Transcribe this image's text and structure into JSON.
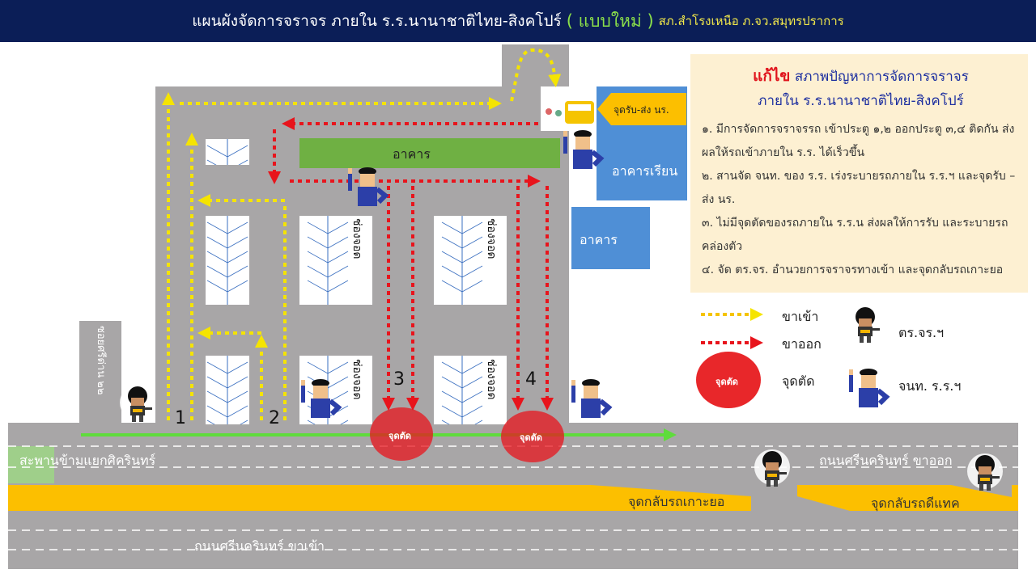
{
  "title": {
    "main": "แผนผังจัดการจราจร ภายใน ร.ร.นานาชาติไทย-สิงคโปร์",
    "highlight": "( แบบใหม่ )",
    "agency": "สภ.สำโรงเหนือ ภ.จว.สมุทรปราการ"
  },
  "map": {
    "building_green": "อาคาร",
    "building_school": "อาคารเรียน",
    "building_blue": "อาคาร",
    "pickup_point": "จุดรับ-ส่ง นร.",
    "parking_label": "ช่องจอด",
    "side_soi": "ซอยศรีด่าน ๒๒",
    "gates": [
      "1",
      "2",
      "3",
      "4"
    ],
    "conflict_point": "จุดตัด",
    "bridge": "สะพานข้ามแยกศิครินทร์",
    "road_out": "ถนนศรีนครินทร์ ขาออก",
    "road_in": "ถนนศรีนครินทร์ ขาเข้า",
    "uturn_1": "จุดกลับรถเกาะยอ",
    "uturn_2": "จุดกลับรถดีแทค"
  },
  "panel": {
    "heading_red": "แก้ไข",
    "heading_line1": "สภาพปัญหาการจัดการจราจร",
    "heading_line2": "ภายใน ร.ร.นานาชาติไทย-สิงคโปร์",
    "items": [
      "๑. มีการจัดการจราจรรถ เข้าประตู ๑,๒ ออกประตู ๓,๔ ติดกัน ส่งผลให้รถเข้าภายใน ร.ร. ได้เร็วขึ้น",
      "๒. สานจัด จนท. ของ ร.ร. เร่งระบายรถภายใน ร.ร.ฯ และจุดรับ – ส่ง นร.",
      "๓. ไม่มีจุดตัดของรถภายใน ร.ร.น ส่งผลให้การรับ และระบายรถ คล่องตัว",
      "๔. จัด ตร.จร. อำนวยการจราจรทางเข้า และจุดกลับรถเกาะยอ"
    ]
  },
  "legend": {
    "inbound": "ขาเข้า",
    "outbound": "ขาออก",
    "conflict_badge": "จุดตัด",
    "conflict": "จุดตัด",
    "traffic_police": "ตร.จร.ฯ",
    "school_staff": "จนท. ร.ร.ฯ"
  },
  "colors": {
    "inbound": "#f5e400",
    "outbound": "#e8141c",
    "road": "#a8a6a7",
    "uturn": "#fcbf00",
    "title_bg": "#0b1e57"
  }
}
